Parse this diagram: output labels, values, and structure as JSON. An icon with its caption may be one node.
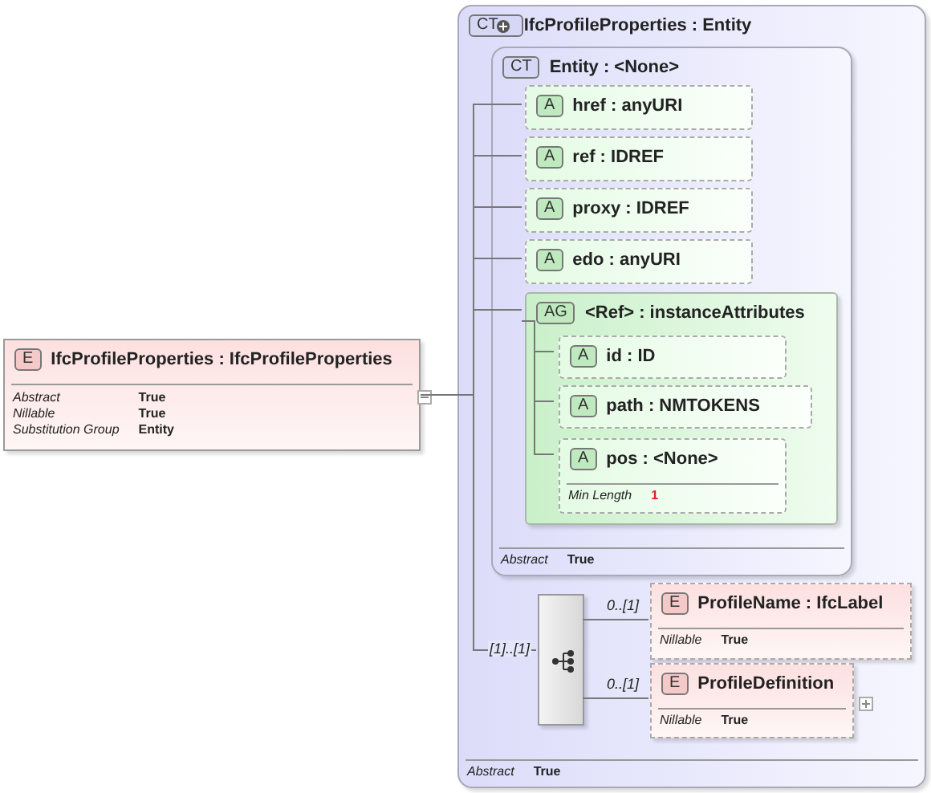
{
  "diagram": {
    "nodes": [
      {
        "text": [
          "E",
          "IfcProfileProperties : IfcProfileProperties",
          "Abstract",
          "True",
          "Nillable",
          "True",
          "Substitution Group",
          "Entity"
        ]
      },
      {
        "text": [
          "CT",
          "IfcProfileProperties : Entity",
          "Abstract",
          "True"
        ]
      },
      {
        "text": [
          "CT",
          "Entity : <None>",
          "Abstract",
          "True"
        ],
        "in": 1
      },
      {
        "text": [
          "A",
          "href : anyURI"
        ],
        "in": 2
      },
      {
        "text": [
          "A",
          "ref : IDREF"
        ],
        "in": 2
      },
      {
        "text": [
          "A",
          "proxy : IDREF"
        ],
        "in": 2
      },
      {
        "text": [
          "A",
          "edo : anyURI"
        ],
        "in": 2
      },
      {
        "text": [
          "AG",
          "<Ref> : instanceAttributes"
        ],
        "in": 2
      },
      {
        "text": [
          "A",
          "id : ID"
        ],
        "in": 7
      },
      {
        "text": [
          "A",
          "path : NMTOKENS"
        ],
        "in": 7
      },
      {
        "text": [
          "A",
          "pos : <None>",
          "Min Length",
          "1"
        ],
        "in": 7
      },
      {
        "text": [],
        "shape": "box",
        "in": 1
      },
      {
        "text": [
          "E",
          "ProfileName : IfcLabel",
          "Nillable",
          "True"
        ],
        "in": 1
      },
      {
        "text": [
          "E",
          "ProfileDefinition",
          "Nillable",
          "True"
        ],
        "in": 1
      }
    ],
    "edges": [
      {
        "from": 0,
        "to": 3,
        "arrow": "none"
      },
      {
        "from": 0,
        "to": 4,
        "arrow": "none"
      },
      {
        "from": 0,
        "to": 5,
        "arrow": "none"
      },
      {
        "from": 0,
        "to": 6,
        "arrow": "none"
      },
      {
        "from": 0,
        "to": 7,
        "arrow": "none"
      },
      {
        "from": 7,
        "to": 8,
        "arrow": "none"
      },
      {
        "from": 7,
        "to": 9,
        "arrow": "none"
      },
      {
        "from": 7,
        "to": 10,
        "arrow": "none"
      },
      {
        "from": 0,
        "to": 11,
        "label": "[1]..[1]",
        "arrow": "none"
      },
      {
        "from": 11,
        "to": 12,
        "label": "0..[1]",
        "arrow": "none"
      },
      {
        "from": 11,
        "to": 13,
        "label": "0..[1]",
        "arrow": "none"
      }
    ]
  }
}
